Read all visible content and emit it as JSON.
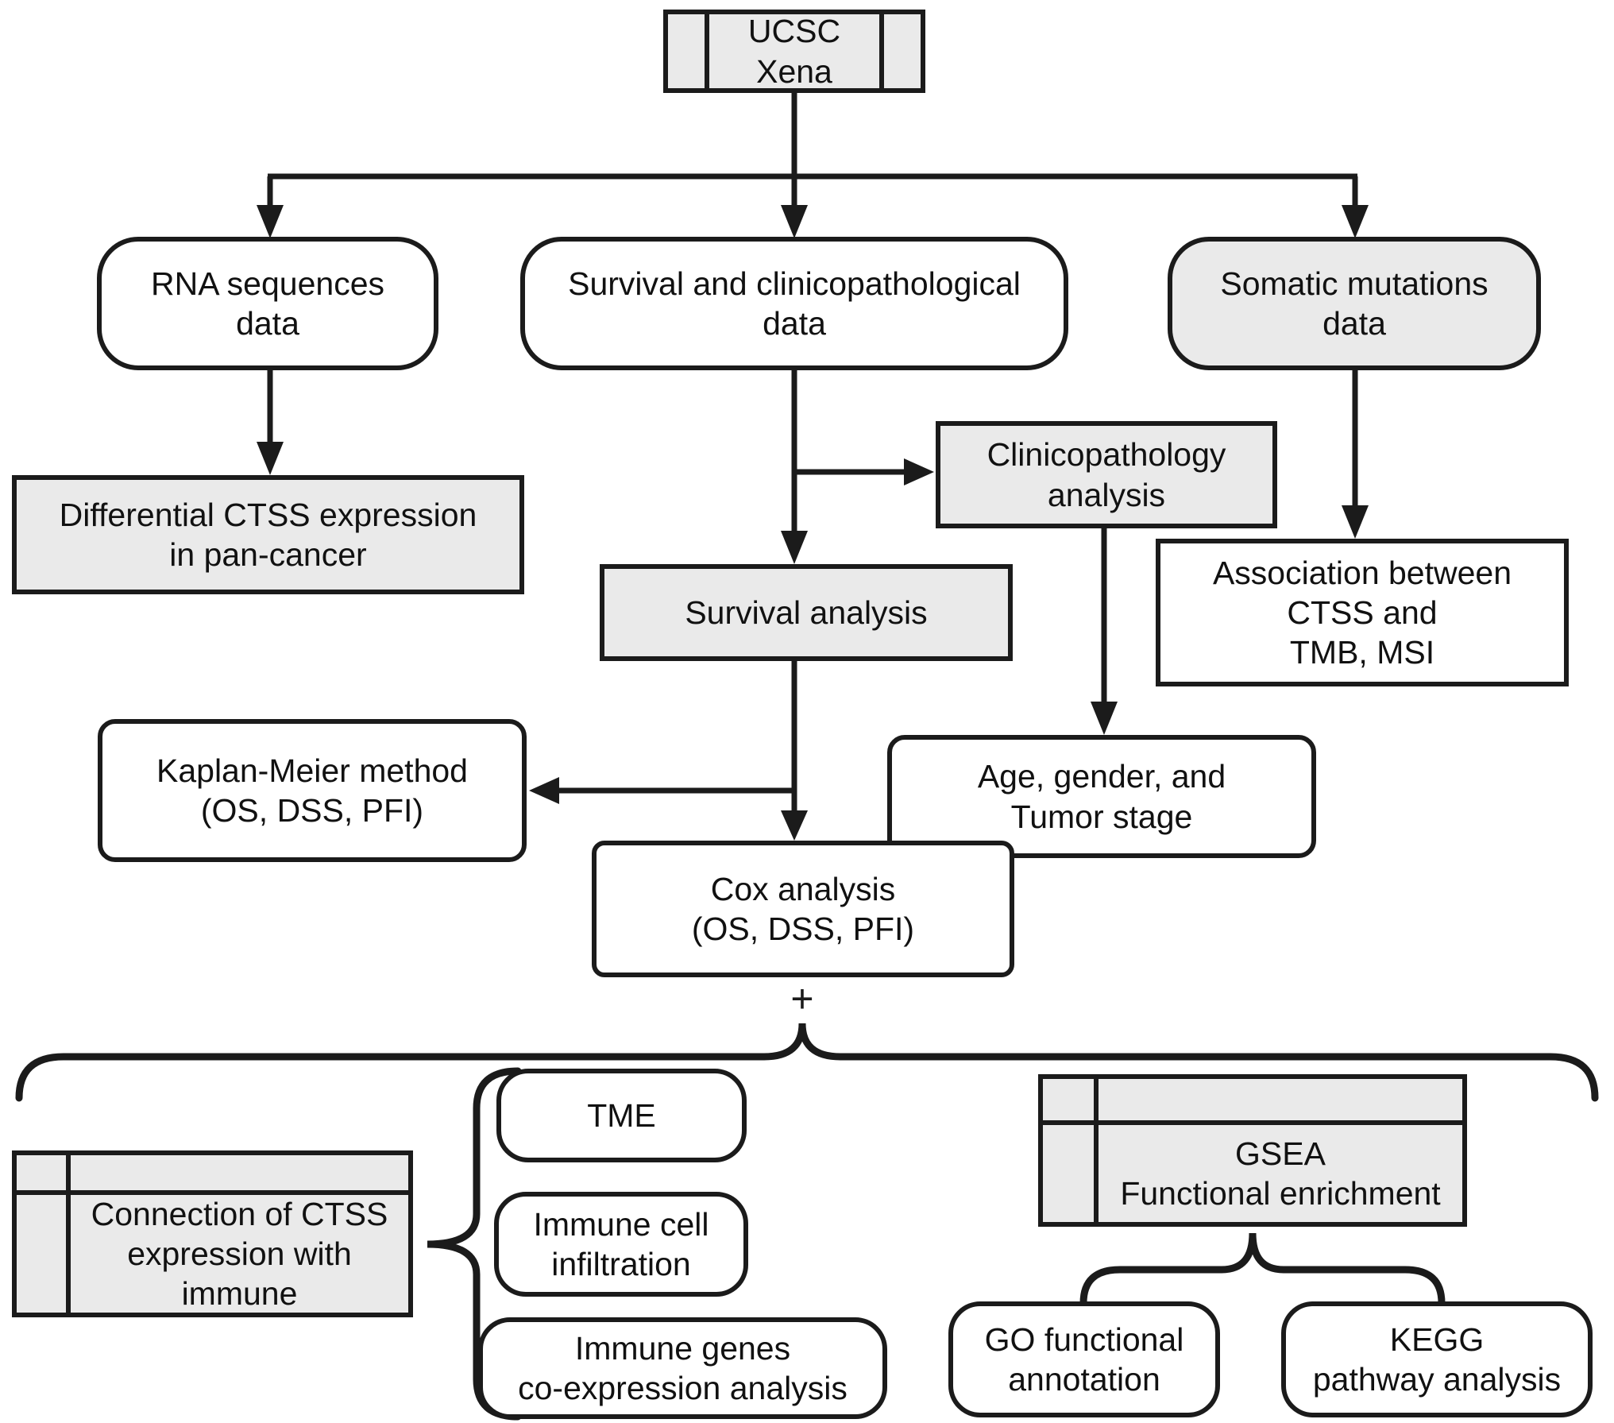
{
  "figure": {
    "background": "#ffffff",
    "stroke_color": "#1b1b1b",
    "gray_fill": "#eaeaea",
    "white_fill": "#ffffff"
  },
  "nodes": {
    "ucsc": {
      "label": "UCSC\nXena"
    },
    "rna": {
      "label": "RNA sequences\ndata"
    },
    "survival_clinico": {
      "label": "Survival and clinicopathological\ndata"
    },
    "somatic": {
      "label": "Somatic mutations\ndata"
    },
    "differential": {
      "label": "Differential CTSS expression\nin pan-cancer"
    },
    "clinicopathology": {
      "label": "Clinicopathology\nanalysis"
    },
    "survival_analysis": {
      "label": "Survival analysis"
    },
    "association": {
      "label": "Association between\nCTSS and\nTMB, MSI"
    },
    "kaplan_meier": {
      "label": "Kaplan-Meier method\n(OS, DSS, PFI)"
    },
    "age_gender": {
      "label": "Age, gender, and\nTumor stage"
    },
    "cox": {
      "label": "Cox analysis\n(OS, DSS, PFI)"
    },
    "plus": {
      "label": "+"
    },
    "connection": {
      "label": "Connection of CTSS\nexpression with\nimmune"
    },
    "tme": {
      "label": "TME"
    },
    "immune_cell": {
      "label": "Immune cell\ninfiltration"
    },
    "immune_genes": {
      "label": "Immune genes\nco-expression analysis"
    },
    "gsea": {
      "label": "GSEA\nFunctional enrichment"
    },
    "go": {
      "label": "GO functional\nannotation"
    },
    "kegg": {
      "label": "KEGG\npathway analysis"
    }
  }
}
